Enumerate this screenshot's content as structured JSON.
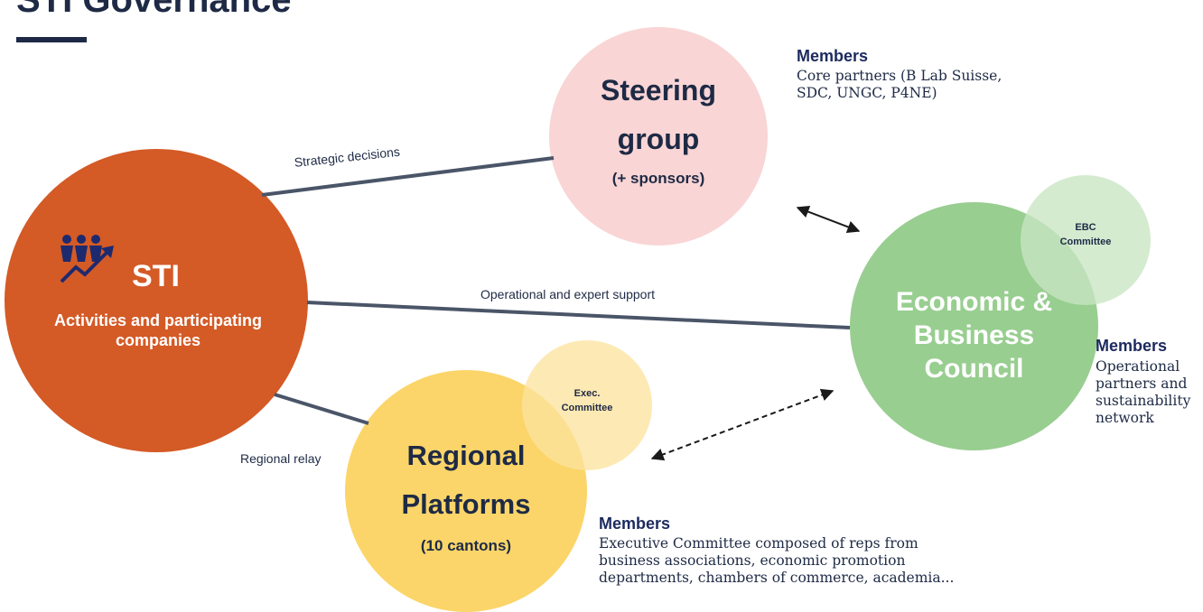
{
  "title": "STI Governance",
  "colors": {
    "navy": "#1e2a45",
    "sti_orange": "#d45a26",
    "steering_pink": "#f9d5d5",
    "economic_green": "#98ce90",
    "ebc_green": "#c9e6c3",
    "regional_yellow": "#fbd569",
    "exec_yellow": "#fde39d",
    "connector": "#4a5568"
  },
  "nodes": {
    "sti": {
      "icon": "people-growth-icon",
      "title": "STI",
      "subtitle": "Activities and participating companies"
    },
    "steering": {
      "line1": "Steering",
      "line2": "group",
      "sub": "(+ sponsors)"
    },
    "ebc": {
      "line1": "EBC",
      "line2": "Committee"
    },
    "economic": {
      "line1": "Economic &",
      "line2": "Business",
      "line3": "Council"
    },
    "exec": {
      "line1": "Exec.",
      "line2": "Committee"
    },
    "regional": {
      "line1": "Regional",
      "line2": "Platforms",
      "sub": "(10 cantons)"
    }
  },
  "edges": {
    "strategic": "Strategic decisions",
    "operational": "Operational and expert support",
    "regional": "Regional relay"
  },
  "members": {
    "steering": {
      "heading": "Members",
      "lines": [
        "Core partners (B Lab Suisse,",
        "SDC, UNGC, P4NE)"
      ]
    },
    "economic": {
      "heading": "Members",
      "lines": [
        "Operational",
        "partners and",
        "sustainability",
        "network"
      ]
    },
    "regional": {
      "heading": "Members",
      "lines": [
        "Executive Committee composed of reps from",
        "business associations, economic promotion",
        "departments, chambers of commerce, academia..."
      ]
    }
  }
}
